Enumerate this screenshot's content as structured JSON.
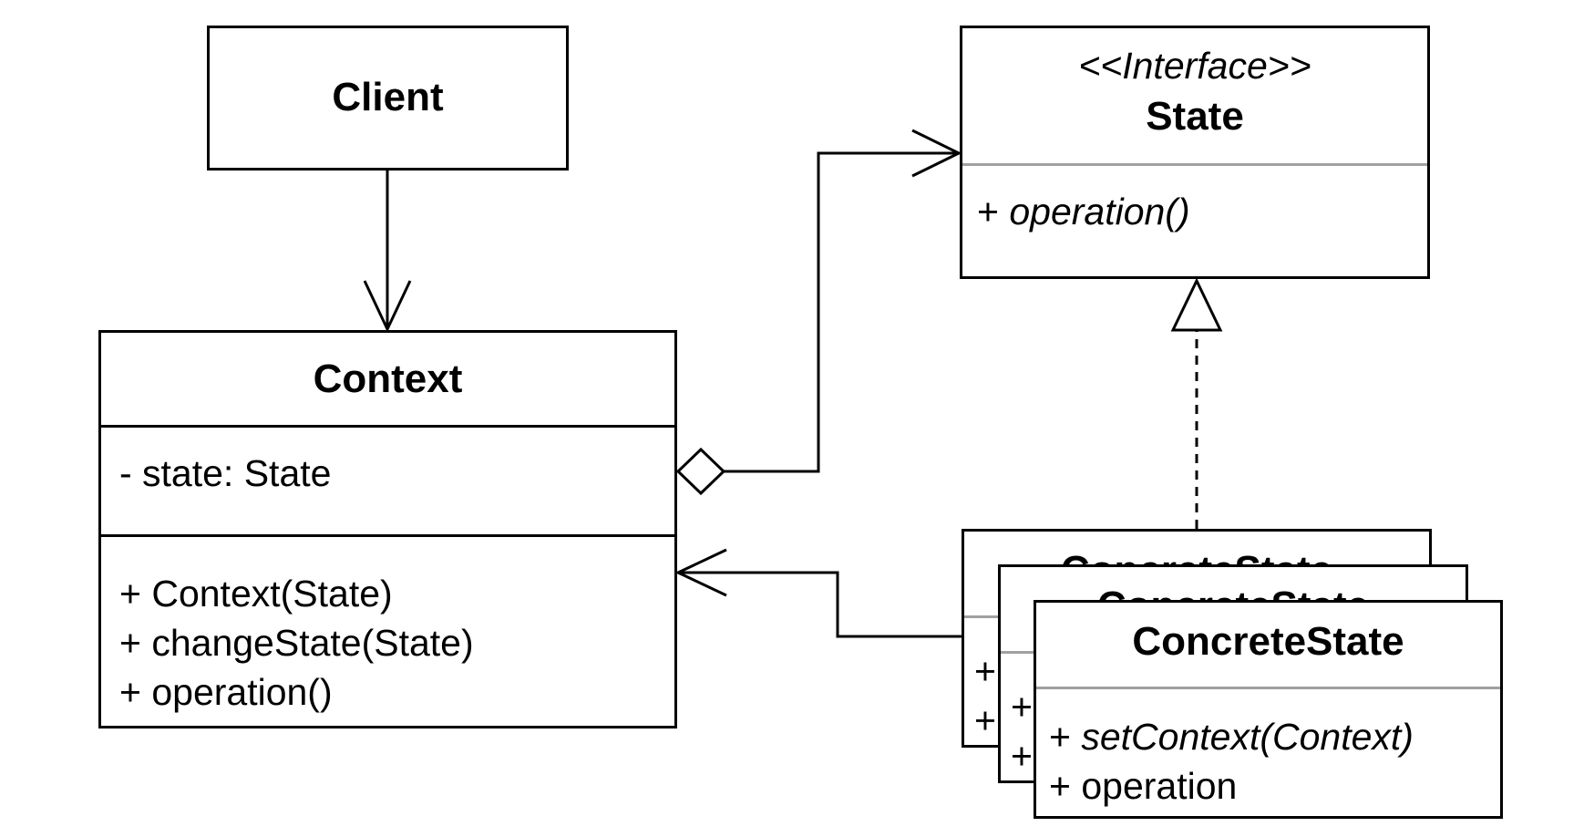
{
  "client": {
    "name": "Client"
  },
  "context": {
    "name": "Context",
    "attributes": [
      "- state: State"
    ],
    "methods": [
      "+ Context(State)",
      "+ changeState(State)",
      "+ operation()"
    ]
  },
  "state": {
    "stereotype": "<<Interface>>",
    "name": "State",
    "methods": [
      {
        "prefix": "+ ",
        "name": "operation()"
      }
    ]
  },
  "concrete_state": {
    "name": "ConcreteState",
    "stacked_copies": 3,
    "methods": [
      {
        "prefix": "+ ",
        "name": "setContext(Context)"
      },
      {
        "prefix": "+ ",
        "name": "operation"
      }
    ]
  },
  "relations": [
    {
      "from": "Client",
      "to": "Context",
      "kind": "association"
    },
    {
      "from": "Context",
      "to": "State",
      "kind": "aggregation"
    },
    {
      "from": "ConcreteState",
      "to": "State",
      "kind": "realization"
    },
    {
      "from": "ConcreteState",
      "to": "Context",
      "kind": "association"
    }
  ]
}
